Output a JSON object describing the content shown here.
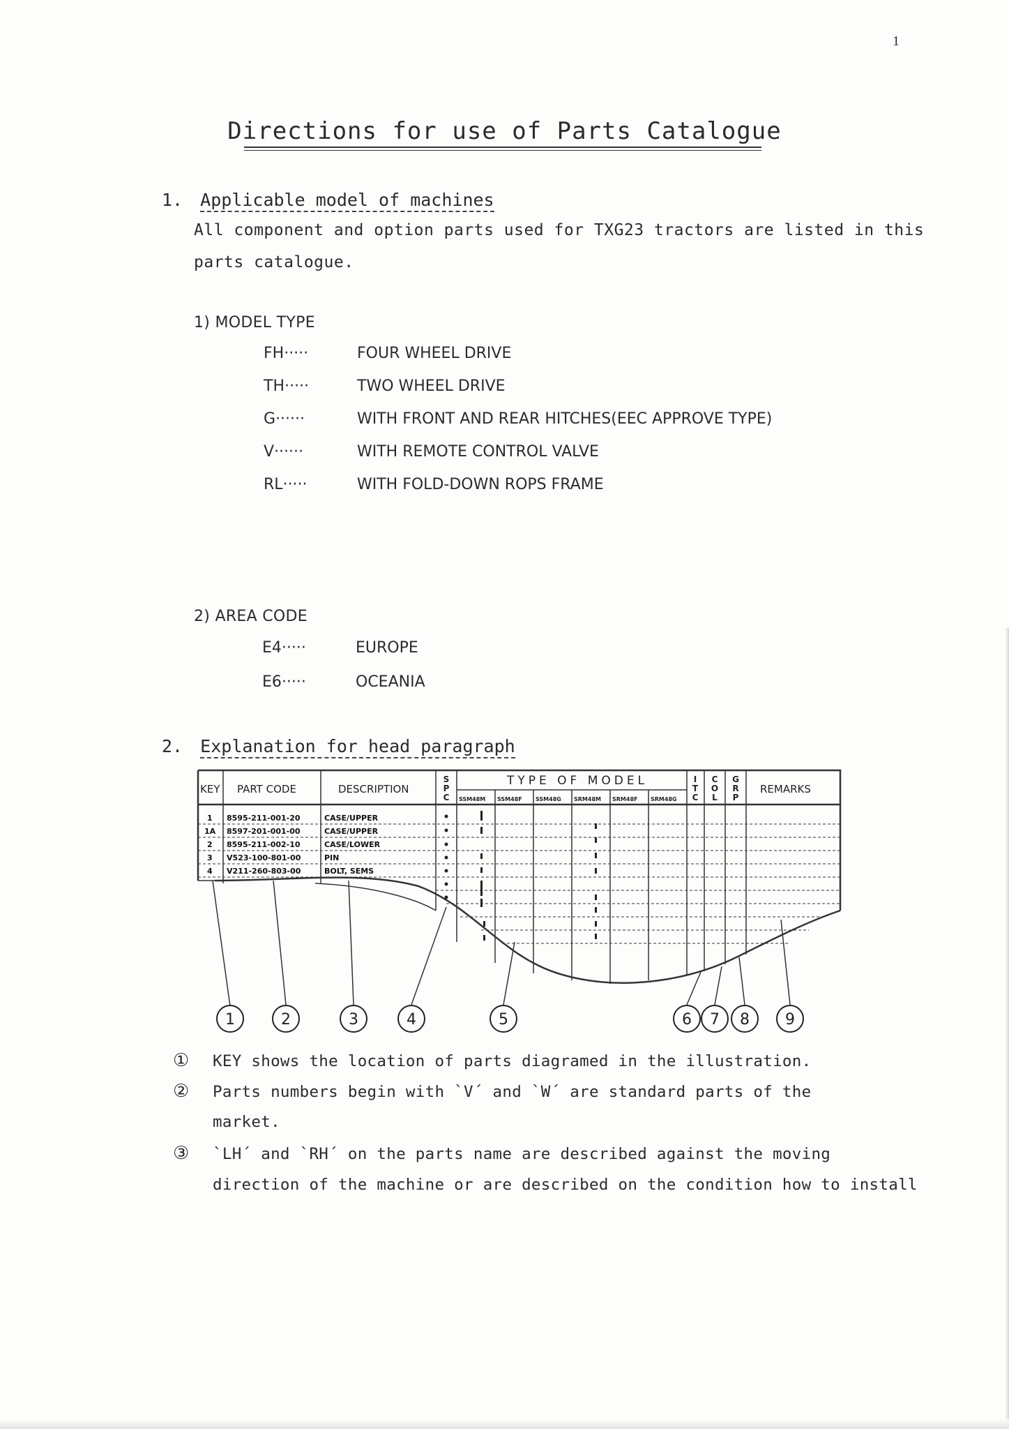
{
  "page_number": "1",
  "title": "Directions for use of Parts Catalogue",
  "section1": {
    "number": "1.",
    "heading": "Applicable model of machines",
    "para_line1": "All component and option parts used for TXG23 tractors are listed in this",
    "para_line2": "parts catalogue.",
    "model_type": {
      "label": "1) MODEL TYPE",
      "items": [
        {
          "code": "FH·····",
          "desc": "FOUR WHEEL DRIVE"
        },
        {
          "code": "TH·····",
          "desc": "TWO WHEEL DRIVE"
        },
        {
          "code": "G······",
          "desc": "WITH FRONT AND REAR HITCHES(EEC APPROVE TYPE)"
        },
        {
          "code": "V······",
          "desc": "WITH REMOTE CONTROL VALVE"
        },
        {
          "code": "RL·····",
          "desc": "WITH FOLD-DOWN ROPS FRAME"
        }
      ]
    },
    "area_code": {
      "label": "2) AREA CODE",
      "items": [
        {
          "code": "E4·····",
          "desc": "EUROPE"
        },
        {
          "code": "E6·····",
          "desc": "OCEANIA"
        }
      ]
    }
  },
  "section2": {
    "number": "2.",
    "heading": "Explanation for head paragraph",
    "diagram": {
      "headers": {
        "key": "KEY",
        "part_code": "PART CODE",
        "description": "DESCRIPTION",
        "spc": "SPC",
        "type_of_model": "TYPE OF MODEL",
        "models": [
          "SSM48M",
          "SSM48F",
          "SSM48G",
          "SRM48M",
          "SRM48F",
          "SRM48G"
        ],
        "itc": "ITC",
        "col": "COL",
        "grp": "GRP",
        "remarks": "REMARKS"
      },
      "rows": [
        {
          "key": "1",
          "part": "8595-211-001-20",
          "desc": "CASE/UPPER"
        },
        {
          "key": "1A",
          "part": "8597-201-001-00",
          "desc": "CASE/UPPER"
        },
        {
          "key": "2",
          "part": "8595-211-002-10",
          "desc": "CASE/LOWER"
        },
        {
          "key": "3",
          "part": "V523-100-801-00",
          "desc": "PIN"
        },
        {
          "key": "4",
          "part": "V211-260-803-00",
          "desc": "BOLT, SEMS"
        }
      ],
      "callouts": [
        "1",
        "2",
        "3",
        "4",
        "5",
        "6",
        "7",
        "8",
        "9"
      ]
    },
    "notes": [
      {
        "marker": "①",
        "line1": "KEY shows the location of parts diagramed in the illustration."
      },
      {
        "marker": "②",
        "line1": "Parts numbers begin with `V´ and `W´ are standard parts of the",
        "line2": "market."
      },
      {
        "marker": "③",
        "line1": "`LH´ and `RH´ on the parts name are described against the moving",
        "line2": "direction of the machine or are described on the condition how to install"
      }
    ]
  }
}
